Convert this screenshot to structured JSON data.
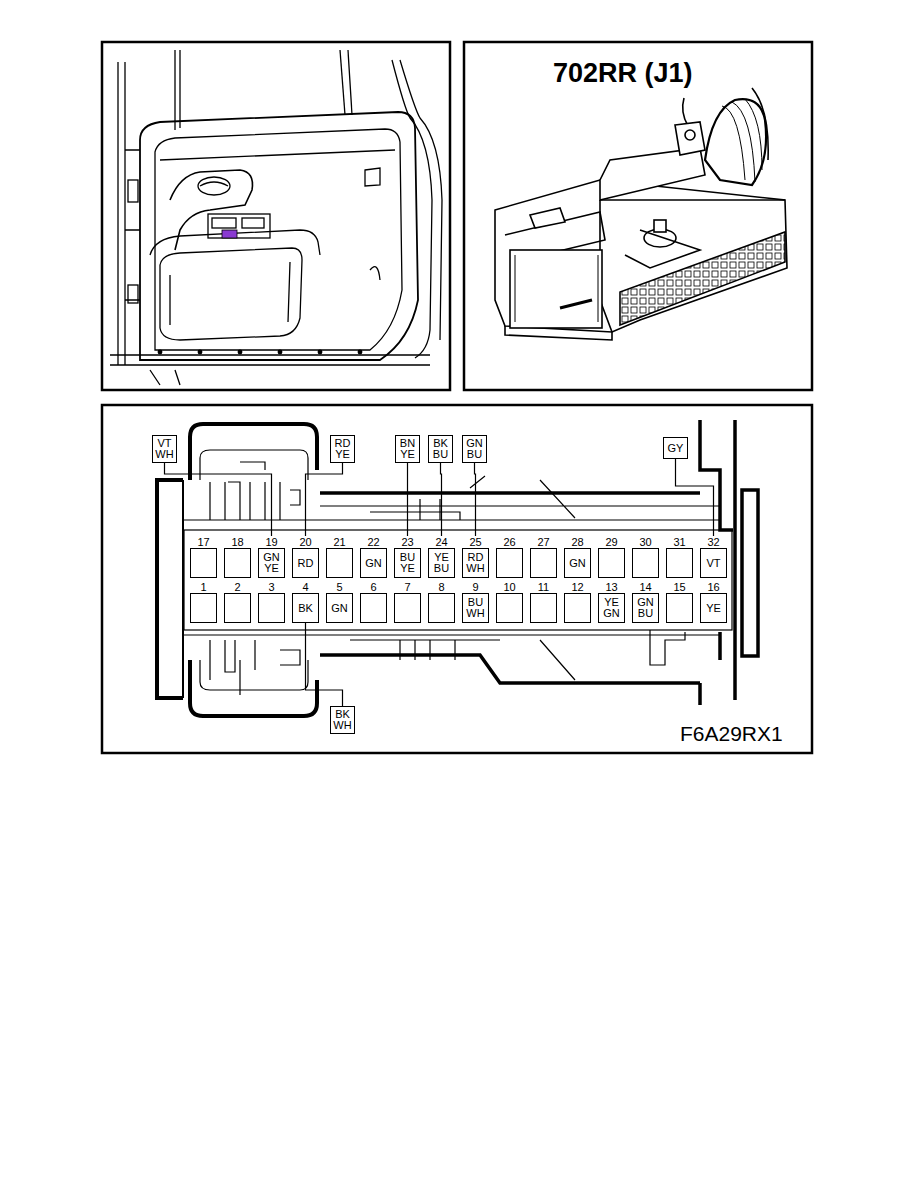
{
  "diagram": {
    "nodes": [
      {
        "text": [
          "VT WH"
        ]
      },
      {
        "text": [
          "RD YE"
        ]
      },
      {
        "text": [
          "BN YE"
        ]
      },
      {
        "text": [
          "BK BU"
        ]
      },
      {
        "text": [
          "GN BU"
        ]
      },
      {
        "text": [
          "GY"
        ]
      },
      {
        "text": [
          "17"
        ]
      },
      {
        "text": [
          "18"
        ]
      },
      {
        "text": [
          "19",
          "GN YE"
        ]
      },
      {
        "text": [
          "20",
          "RD"
        ]
      },
      {
        "text": [
          "21"
        ]
      },
      {
        "text": [
          "22",
          "GN"
        ]
      },
      {
        "text": [
          "23",
          "BU YE"
        ]
      },
      {
        "text": [
          "24",
          "YE BU"
        ]
      },
      {
        "text": [
          "25",
          "RD WH"
        ]
      },
      {
        "text": [
          "26"
        ]
      },
      {
        "text": [
          "27"
        ]
      },
      {
        "text": [
          "28",
          "GN"
        ]
      },
      {
        "text": [
          "29"
        ]
      },
      {
        "text": [
          "30"
        ]
      },
      {
        "text": [
          "31"
        ]
      },
      {
        "text": [
          "32",
          "VT"
        ]
      },
      {
        "text": [
          "1"
        ]
      },
      {
        "text": [
          "2"
        ]
      },
      {
        "text": [
          "3"
        ]
      },
      {
        "text": [
          "4",
          "BK"
        ]
      },
      {
        "text": [
          "5",
          "GN"
        ]
      },
      {
        "text": [
          "6"
        ]
      },
      {
        "text": [
          "7"
        ]
      },
      {
        "text": [
          "8"
        ]
      },
      {
        "text": [
          "9",
          "BU WH"
        ]
      },
      {
        "text": [
          "10"
        ]
      },
      {
        "text": [
          "11"
        ]
      },
      {
        "text": [
          "12"
        ]
      },
      {
        "text": [
          "13",
          "YE GN"
        ]
      },
      {
        "text": [
          "14",
          "GN BU"
        ]
      },
      {
        "text": [
          "15"
        ]
      },
      {
        "text": [
          "16",
          "YE"
        ]
      },
      {
        "text": [
          "BK WH"
        ]
      }
    ],
    "edges": [
      {
        "from": 0,
        "to": 8,
        "arrow": "none"
      },
      {
        "from": 1,
        "to": 9,
        "arrow": "none"
      },
      {
        "from": 2,
        "to": 12,
        "arrow": "none"
      },
      {
        "from": 3,
        "to": 13,
        "arrow": "none"
      },
      {
        "from": 4,
        "to": 14,
        "arrow": "none"
      },
      {
        "from": 5,
        "to": 21,
        "arrow": "none"
      },
      {
        "from": 38,
        "to": 25,
        "arrow": "none"
      }
    ],
    "labels": [
      "702RR (J1)",
      "F6A29RX1"
    ]
  }
}
